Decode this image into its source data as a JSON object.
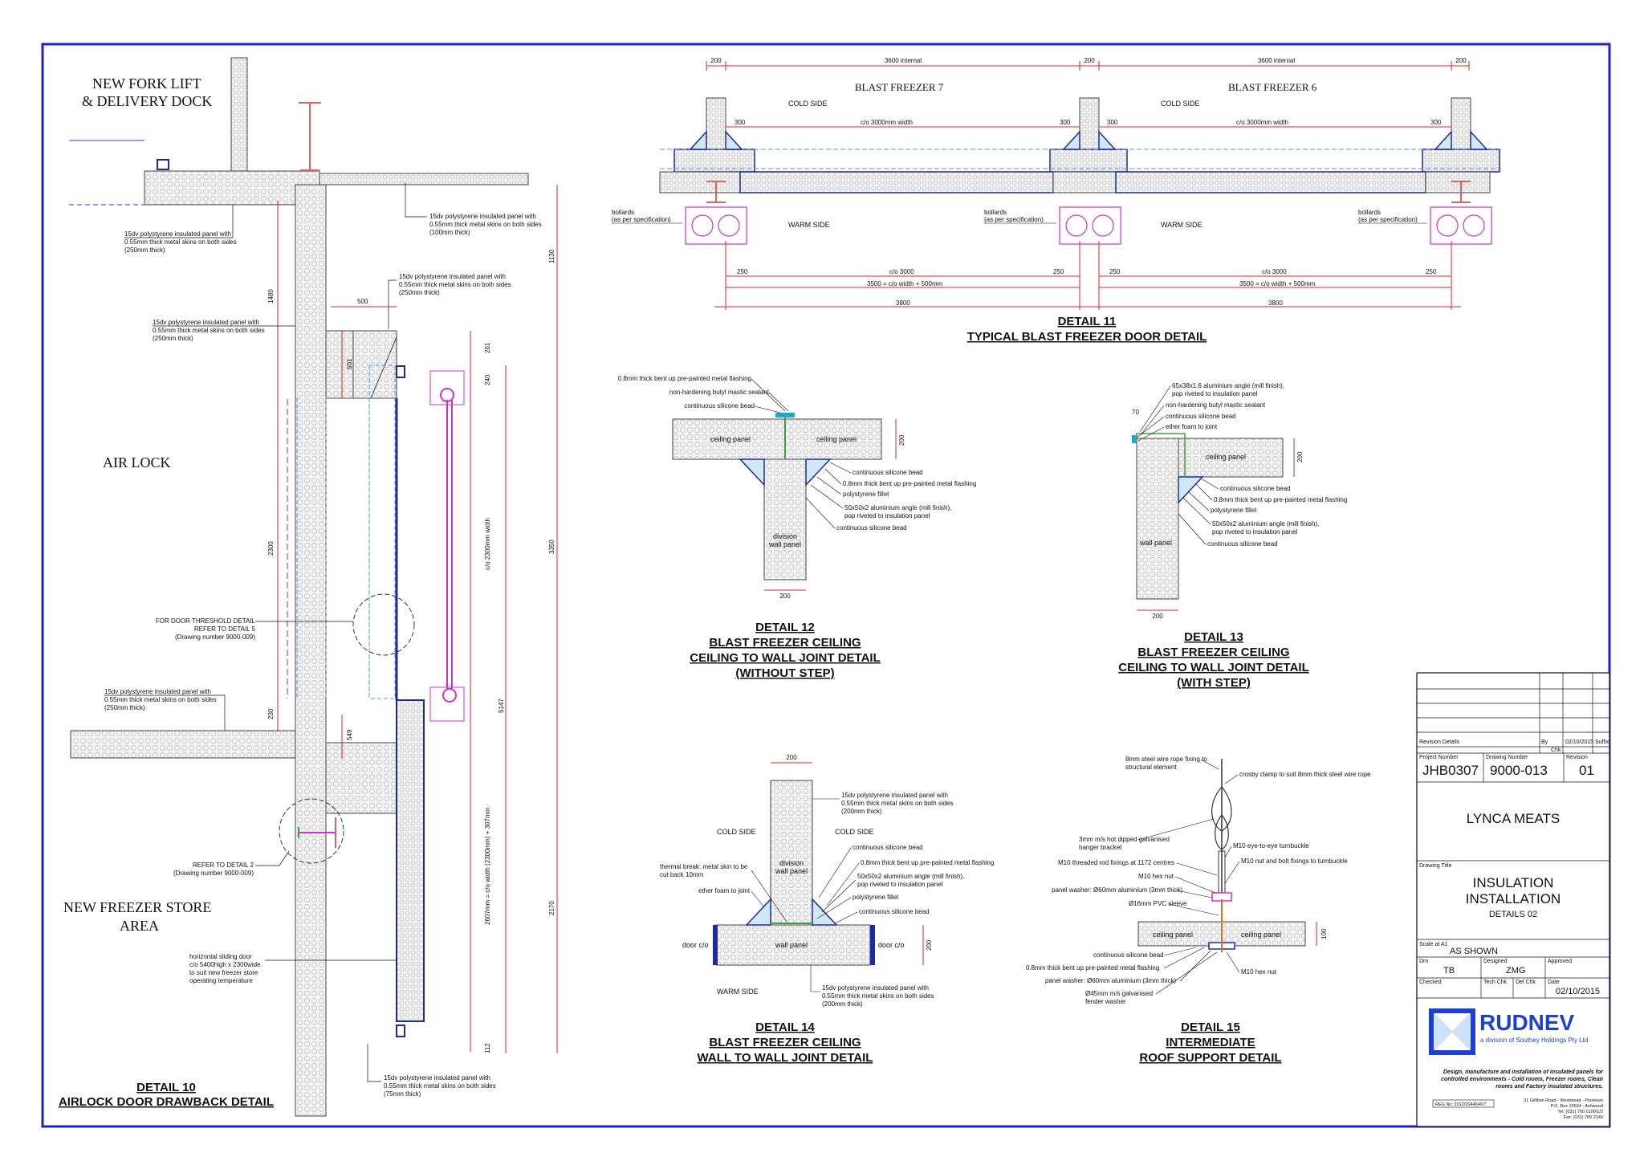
{
  "details": {
    "d10": {
      "number": "DETAIL 10",
      "name": "AIRLOCK DOOR DRAWBACK DETAIL"
    },
    "d11": {
      "number": "DETAIL 11",
      "name": "TYPICAL BLAST FREEZER DOOR DETAIL"
    },
    "d12": {
      "number": "DETAIL 12",
      "line1": "BLAST FREEZER CEILING",
      "line2": "CEILING TO WALL JOINT DETAIL",
      "line3": "(WITHOUT STEP)"
    },
    "d13": {
      "number": "DETAIL 13",
      "line1": "BLAST FREEZER CEILING",
      "line2": "CEILING TO WALL JOINT DETAIL",
      "line3": "(WITH STEP)"
    },
    "d14": {
      "number": "DETAIL 14",
      "line1": "BLAST FREEZER CEILING",
      "line2": "WALL TO WALL JOINT DETAIL"
    },
    "d15": {
      "number": "DETAIL 15",
      "line1": "INTERMEDIATE",
      "line2": "ROOF SUPPORT DETAIL"
    }
  },
  "d10": {
    "area_dock_1": "NEW FORK LIFT",
    "area_dock_2": "& DELIVERY DOCK",
    "area_airlock": "AIR LOCK",
    "area_store_1": "NEW FREEZER STORE",
    "area_store_2": "AREA",
    "notes": {
      "n1": [
        "15dv polystyrene insulated panel with",
        "0.55mm thick metal skins on both sides",
        "(100mm thick)"
      ],
      "n2": [
        "15dv polystyrene insulated panel with",
        "0.55mm thick metal skins on both sides",
        "(250mm thick)"
      ],
      "n3": [
        "15dv polystyrene insulated panel with",
        "0.55mm thick metal skins on both sides",
        "(250mm thick)"
      ],
      "n4": [
        "15dv polystyrene insulated panel with",
        "0.55mm thick metal skins on both sides",
        "(250mm thick)"
      ],
      "n5": [
        "15dv polystyrene insulated panel with",
        "0.55mm thick metal skins on both sides",
        "(250mm thick)"
      ],
      "n6": [
        "FOR DOOR THRESHOLD DETAIL",
        "REFER TO DETAIL 5",
        "(Drawing number 9000-009)"
      ],
      "n7": [
        "REFER TO DETAIL 2",
        "(Drawing number 9000-009)"
      ],
      "n8": [
        "horizontal sliding door",
        "c/o 5400high x 2300wide",
        "to suit new freezer store",
        "operating temperature"
      ],
      "n9": [
        "15dv polystyrene insulated panel with",
        "0.55mm thick metal skins on both sides",
        "(75mm thick)"
      ]
    },
    "dims": {
      "d1480": "1480",
      "d2300": "2300",
      "d230": "230",
      "d500": "500",
      "d501": "501",
      "d549": "549",
      "d261": "261",
      "d240": "240",
      "d1130": "1130",
      "d3350": "3350",
      "d2170": "2170",
      "d5147": "5147",
      "d112": "112",
      "v_co": "c/o 2300mm width",
      "v_co2": "2607mm = c/o width (2300mm) + 307mm"
    }
  },
  "d11": {
    "room7": "BLAST FREEZER 7",
    "room6": "BLAST FREEZER 6",
    "cold": "COLD SIDE",
    "warm": "WARM SIDE",
    "bollards_1": "bollards",
    "bollards_2": "(as per specification)",
    "dims": {
      "d200": "200",
      "d3600": "3600 internal",
      "d300": "300",
      "d3000": "c/o 3000mm width",
      "d250": "250",
      "dco3000": "c/o 3000",
      "d3500": "3500 = c/o width + 500mm",
      "d3800": "3800"
    }
  },
  "d12": {
    "notes": [
      "0.8mm thick bent up pre-painted metal flashing",
      "non-hardening butyl mastic sealant",
      "continuous silicone bead",
      "continuous silicone bead",
      "0.8mm thick bent up pre-painted metal flashing",
      "polystyrene fillet",
      "50x50x2 aluminium angle (mill finish),",
      "pop riveted to insulation panel",
      "continuous silicone bead"
    ],
    "ceiling": "ceiling panel",
    "division_1": "division",
    "division_2": "wall panel",
    "d200": "200"
  },
  "d13": {
    "notes": [
      "65x38x1.6 aluminium angle (mill finish),",
      "pop riveted to insulation panel",
      "non-hardening butyl mastic sealant",
      "continuous silicone bead",
      "ether foam to joint",
      "continuous silicone bead",
      "0.8mm thick bent up pre-painted metal flashing",
      "polystyrene fillet",
      "50x50x2 aluminium angle (mill finish),",
      "pop riveted to insulation panel",
      "continuous silicone bead"
    ],
    "ceiling": "ceiling panel",
    "wall": "wall panel",
    "d200": "200",
    "d70": "70"
  },
  "d14": {
    "notes": [
      "15dv polystyrene insulated panel with",
      "0.55mm thick metal skins on both sides",
      "(200mm thick)",
      "continuous silicone bead",
      "0.8mm thick bent up pre-painted metal flashing",
      "50x50x2 aluminium angle (mill finish),",
      "pop riveted to insulation panel",
      "polystyrene fillet",
      "continuous silicone bead",
      "thermal break: metal skin to be",
      "cut back 10mm",
      "ether foam to joint"
    ],
    "bottom_note": [
      "15dv polystyrene insulated panel with",
      "0.55mm thick metal skins on both sides",
      "(200mm thick)"
    ],
    "cold": "COLD SIDE",
    "warm": "WARM SIDE",
    "division_1": "division",
    "division_2": "wall panel",
    "wall": "wall panel",
    "doorco": "door c/o",
    "d200": "200"
  },
  "d15": {
    "notes": [
      "8mm steel wire rope fixing to",
      "structural element",
      "crosby clamp to suit 8mm thick steel wire rope",
      "3mm m/s hot dipped galvanised",
      "hanger bracket",
      "M10 eye-to-eye turnbuckle",
      "M10 threaded rod fixings at 1172 centres",
      "M10 nut and bolt fixings to turnbuckle",
      "M10 hex nut",
      "panel washer: Ø60mm aluminium (3mm thick)",
      "Ø16mm PVC sleeve",
      "continuous silicone bead",
      "0.8mm thick bent up pre-painted metal flashing",
      "panel washer: Ø60mm aluminium (3mm thick)",
      "Ø45mm m/s galvanised",
      "fender washer",
      "M10 hex nut"
    ],
    "ceiling": "ceiling panel",
    "d100": "100"
  },
  "title_block": {
    "rev_details": "Revision Details",
    "by": "By",
    "chk": "Chk",
    "date": "02/10/2015",
    "suffix": "Suffix",
    "project_no_lbl": "Project Number",
    "drawing_no_lbl": "Drawing Number",
    "revision_lbl": "Revision",
    "project_no": "JHB0307",
    "drawing_no": "9000-013",
    "revision": "01",
    "client": "LYNCA MEATS",
    "drawing_title_lbl": "Drawing Title",
    "title_1": "INSULATION",
    "title_2": "INSTALLATION",
    "title_3": "DETAILS 02",
    "scale_lbl": "Scale at A1",
    "scale": "AS SHOWN",
    "drn_lbl": "Drn",
    "drn": "TB",
    "designed_lbl": "Designed",
    "designed": "ZMG",
    "approved_lbl": "Approved",
    "checked_lbl": "Checked",
    "tech_lbl": "Tech Chk",
    "del_lbl": "Del Chk",
    "date_lbl": "Date",
    "company": "RUDNEV",
    "company_sub": "a division of Southey Holdings Pty Ltd",
    "tagline": [
      "Design, manufacture  and installation of insulated panels for",
      "controlled environments - Cold rooms, Freezer rooms, Clean",
      "rooms and Factory insulated structures."
    ],
    "reg": "REG No:   2012/204464/07",
    "address": [
      "31 Gilfillan Road - Westmead - Pinetown",
      "P.O. Box 10634 - Ashwood",
      "Tel:   (031) 700 0100/1/2",
      "Fax:   (031) 700 2149"
    ]
  },
  "colors": {
    "border": "#1f1fd6",
    "panel_fill": "#f2f2f2",
    "dim_red": "#e02020",
    "door": "#d030d0",
    "brace": "#1e2aa0",
    "flash": "#20a8c8",
    "green": "#40a040",
    "blue_line": "#1f3fd0"
  }
}
